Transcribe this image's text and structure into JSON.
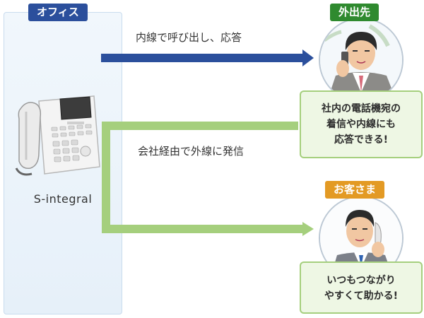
{
  "office": {
    "tag": "オフィス",
    "device_name": "S-integral"
  },
  "remote": {
    "tag": "外出先",
    "bubble_lines": [
      "社内の電話機宛の",
      "着信や内線にも",
      "応答できる!"
    ]
  },
  "guest": {
    "tag": "お客さま",
    "bubble_lines": [
      "いつもつながり",
      "やすくて助かる!"
    ]
  },
  "arrows": {
    "top_label": "内線で呼び出し、応答",
    "bottom_label": "会社経由で外線に発信"
  },
  "colors": {
    "office_blue": "#2b4f9c",
    "remote_green": "#2f8a2f",
    "guest_orange": "#e39a24",
    "arrow_blue": "#2b4f9c",
    "arrow_green": "#a5cf7d"
  }
}
